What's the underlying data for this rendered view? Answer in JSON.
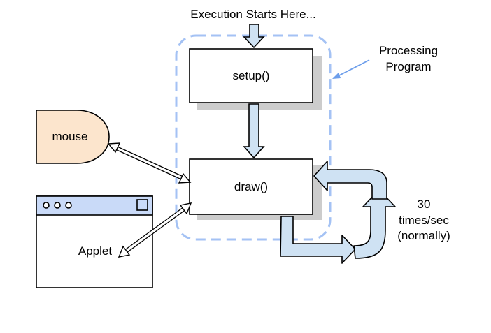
{
  "header": {
    "execution_start": "Execution Starts Here..."
  },
  "program": {
    "label_line1": "Processing",
    "label_line2": "Program",
    "setup_label": "setup()",
    "draw_label": "draw()"
  },
  "inputs": {
    "mouse_label": "mouse",
    "applet_label": "Applet"
  },
  "loop": {
    "rate_line1": "30",
    "rate_line2": "times/sec",
    "rate_line3": "(normally)"
  },
  "colors": {
    "dashed_border": "#a4c2f4",
    "arrow_fill": "#cfe2f3",
    "mouse_fill": "#fce5cd",
    "applet_titlebar": "#c9daf8",
    "shadow": "#cccccc",
    "stroke": "#000000",
    "pointer_line": "#6d9eeb"
  }
}
